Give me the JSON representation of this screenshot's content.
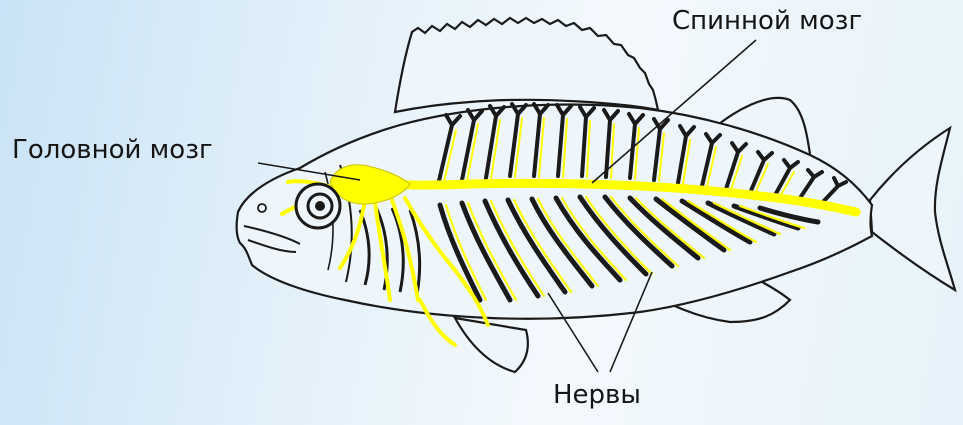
{
  "labels": {
    "brain": "Головной мозг",
    "spinal_cord": "Спинной мозг",
    "nerves": "Нервы"
  },
  "colors": {
    "nervous_system": "#ffff00",
    "outline": "#1a1a1a",
    "fish_fill": "#eef6fc",
    "background": "#dcedf8"
  }
}
